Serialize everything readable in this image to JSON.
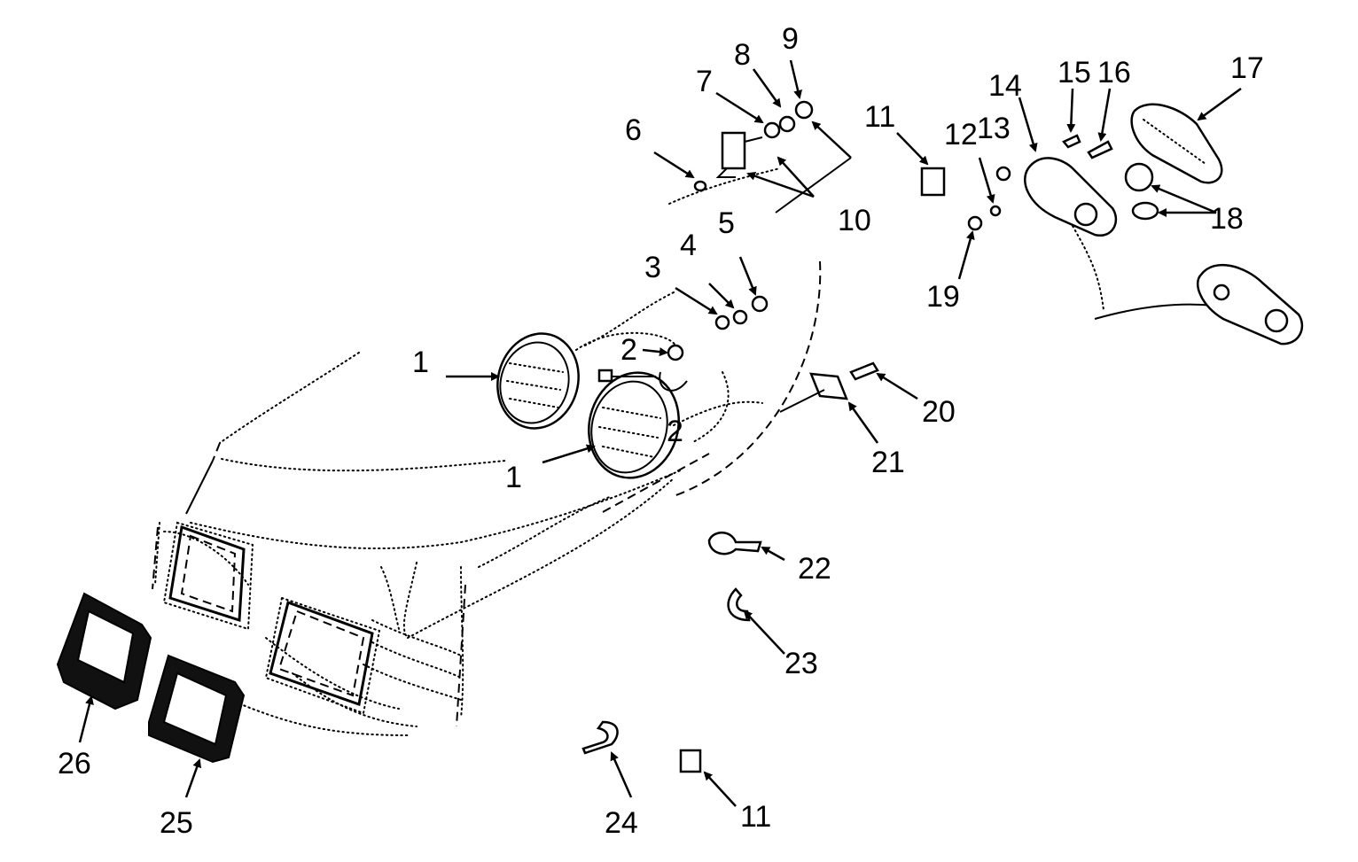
{
  "callouts": [
    {
      "text": "1"
    },
    {
      "text": "1"
    },
    {
      "text": "2"
    },
    {
      "text": "2"
    },
    {
      "text": "3"
    },
    {
      "text": "4"
    },
    {
      "text": "5"
    },
    {
      "text": "6"
    },
    {
      "text": "7"
    },
    {
      "text": "8"
    },
    {
      "text": "9"
    },
    {
      "text": "10"
    },
    {
      "text": "11"
    },
    {
      "text": "11"
    },
    {
      "text": "12"
    },
    {
      "text": "13"
    },
    {
      "text": "14"
    },
    {
      "text": "15"
    },
    {
      "text": "16"
    },
    {
      "text": "17"
    },
    {
      "text": "18"
    },
    {
      "text": "19"
    },
    {
      "text": "20"
    },
    {
      "text": "21"
    },
    {
      "text": "22"
    },
    {
      "text": "23"
    },
    {
      "text": "24"
    },
    {
      "text": "25"
    },
    {
      "text": "26"
    }
  ]
}
